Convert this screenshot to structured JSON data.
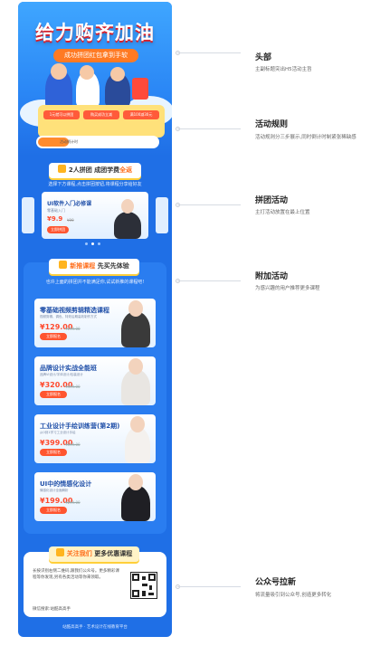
{
  "hero": {
    "title": "给力购齐加油",
    "subtitle": "成功拼团红包拿到手软",
    "chips": [
      "1元就可以拼团",
      "购买成功立减",
      "满100减30元"
    ],
    "progress_label": "活动倒计时"
  },
  "group_section": {
    "heading_num": "2人拼团",
    "heading_text": "成团学费",
    "heading_hl": "全返",
    "desc": "选择下方课程,点击拼团按钮,将课程分享给好友",
    "card": {
      "title": "UI软件入门必修课",
      "sub": "零基础入门",
      "price": "¥9.9",
      "old_price": "¥99",
      "button": "立即拼团"
    },
    "pager_count": 3
  },
  "course_section": {
    "heading_text": "新推课程",
    "heading_hl": "先买先体验",
    "desc": "也许上面的拼团并不能满足你,试试新推的课程吧!",
    "courses": [
      {
        "name": "零基础视频剪辑精选课程",
        "desc": "视频剪辑、调色、特效后期高效制作方式",
        "price": "¥129.00",
        "old": "¥199.00",
        "button": "立即报名"
      },
      {
        "name": "品牌设计实战全能班",
        "desc": "品牌VI设计/字体设计/包装设计",
        "price": "¥320.00",
        "old": "¥499.00",
        "button": "立即报名"
      },
      {
        "name": "工业设计手绘训练营(第2期)",
        "desc": "从0到1学习工业设计手绘",
        "price": "¥399.00",
        "old": "¥599.00",
        "button": "立即报名"
      },
      {
        "name": "UI中的情感化设计",
        "desc": "情感化设计全面解析",
        "price": "¥199.00",
        "old": "¥299.00",
        "button": "立即报名"
      }
    ]
  },
  "follow_section": {
    "heading_text": "关注我们",
    "heading_hl": "更多优惠课程",
    "text": "长按识别右侧二维码,跟我们公众号。更多精彩课程等你发现,另有各类活动等你来领取。",
    "wechat": "微信搜索:站酷高高手"
  },
  "footer": "站酷高高手 · 艺术设计在线教育平台",
  "annotations": [
    {
      "title": "头部",
      "desc": "主副标题突出H5活动主旨"
    },
    {
      "title": "活动规则",
      "desc": "活动规则分三步展示,同时倒计时制紧张稀缺感"
    },
    {
      "title": "拼团活动",
      "desc": "主打活动放置在最上位置"
    },
    {
      "title": "附加活动",
      "desc": "为感兴趣的用户推荐更多课程"
    },
    {
      "title": "公众号拉新",
      "desc": "将流量吸引到公众号,创造更多转化"
    }
  ],
  "colors": {
    "primary_blue": "#1f6fe6",
    "accent_orange": "#ff6d1a",
    "price_red": "#ff4a2d",
    "title_red_shadow": "#d9202b"
  }
}
